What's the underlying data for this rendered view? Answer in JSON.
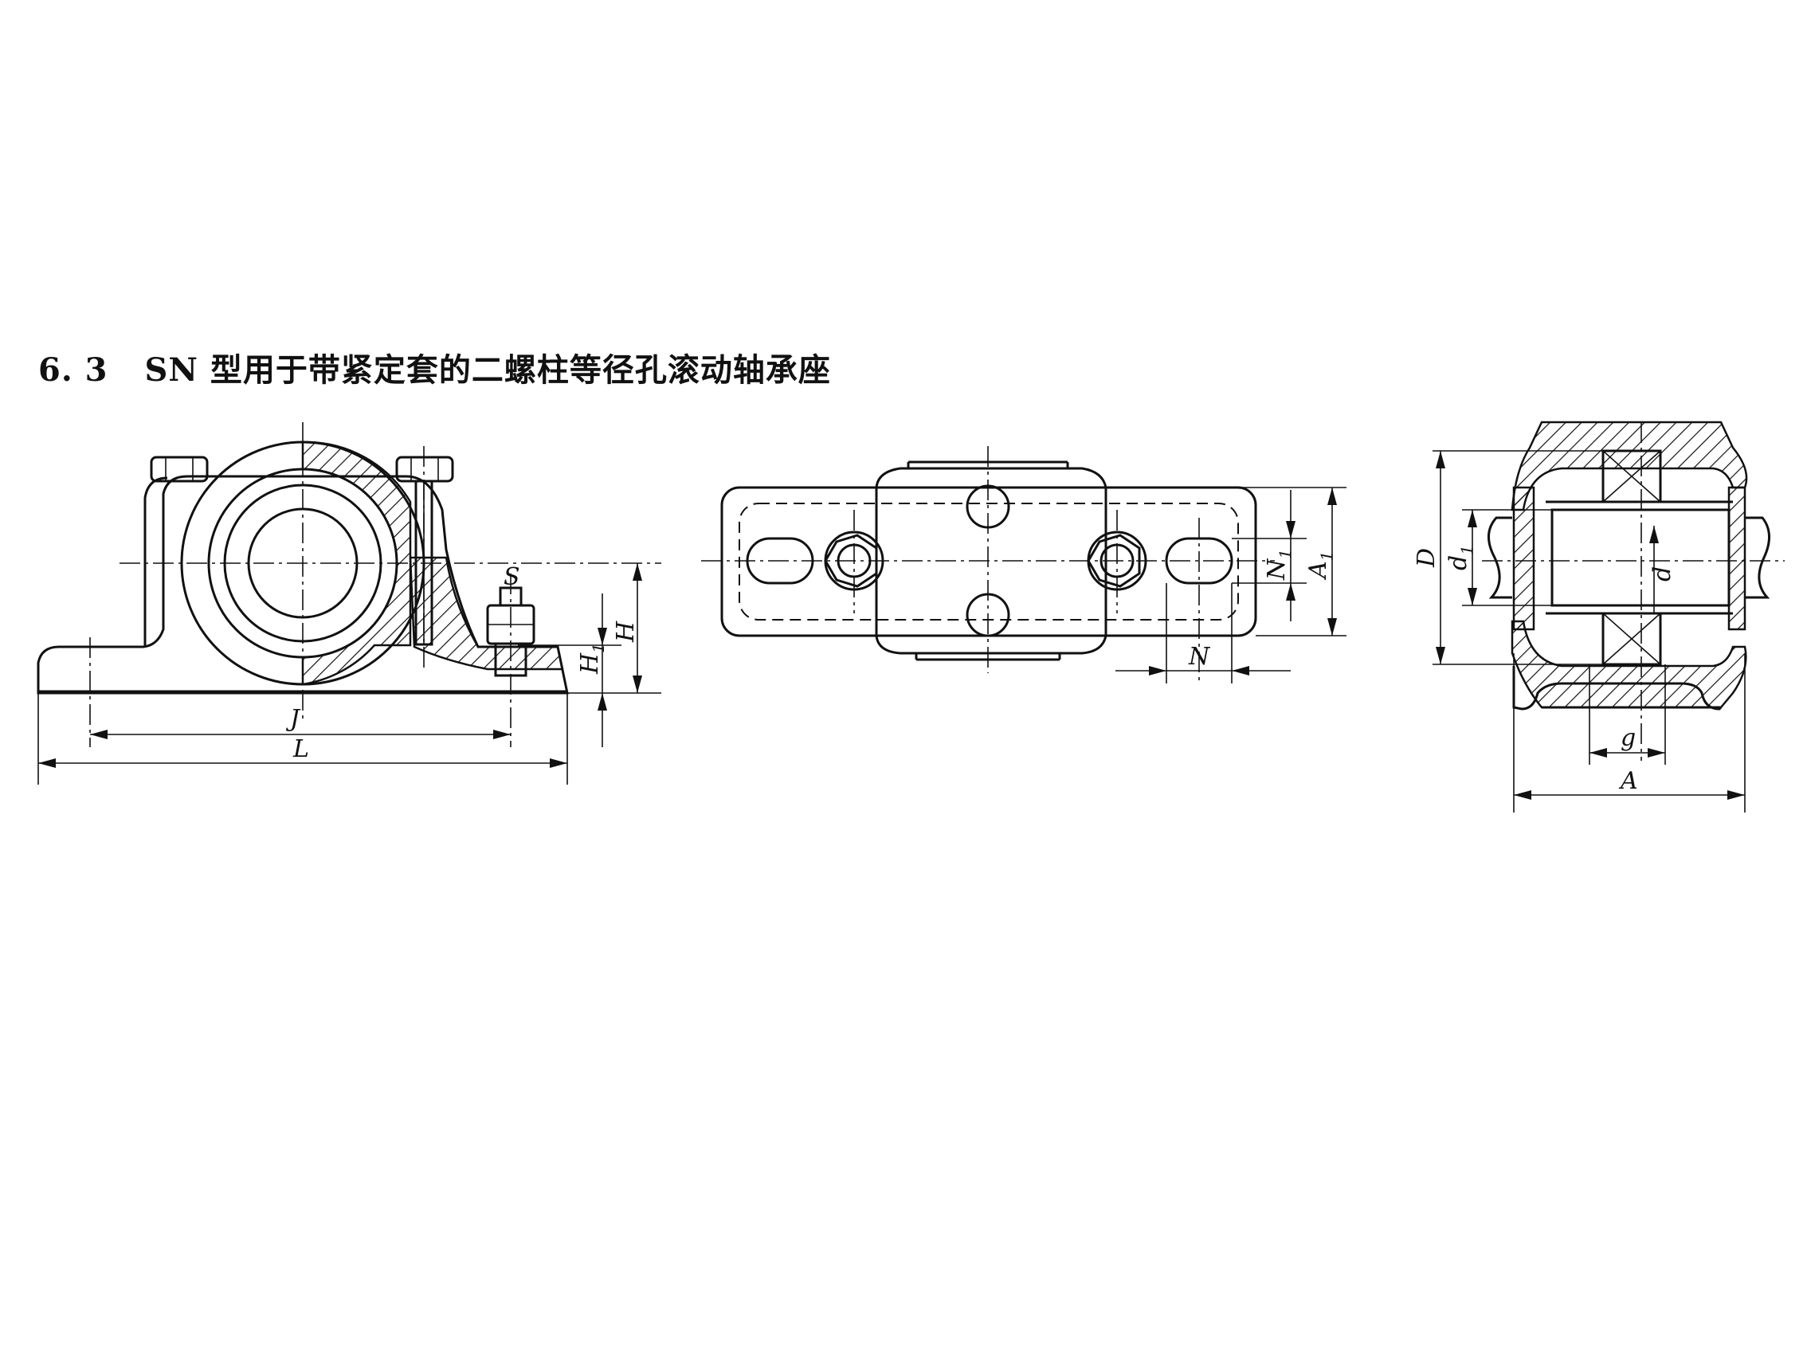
{
  "heading": {
    "number": "6. 3",
    "title": "SN 型用于带紧定套的二螺柱等径孔滚动轴承座"
  },
  "front_view": {
    "labels": {
      "J": "J",
      "L": "L",
      "S": "S",
      "H": "H",
      "H1_main": "H",
      "H1_sub": "1"
    }
  },
  "top_view": {
    "labels": {
      "N": "N",
      "N1_main": "N",
      "N1_sub": "1",
      "A1_main": "A",
      "A1_sub": "1"
    }
  },
  "side_view": {
    "labels": {
      "D": "D",
      "d1_main": "d",
      "d1_sub": "1",
      "d": "d",
      "g": "g",
      "A": "A"
    }
  }
}
